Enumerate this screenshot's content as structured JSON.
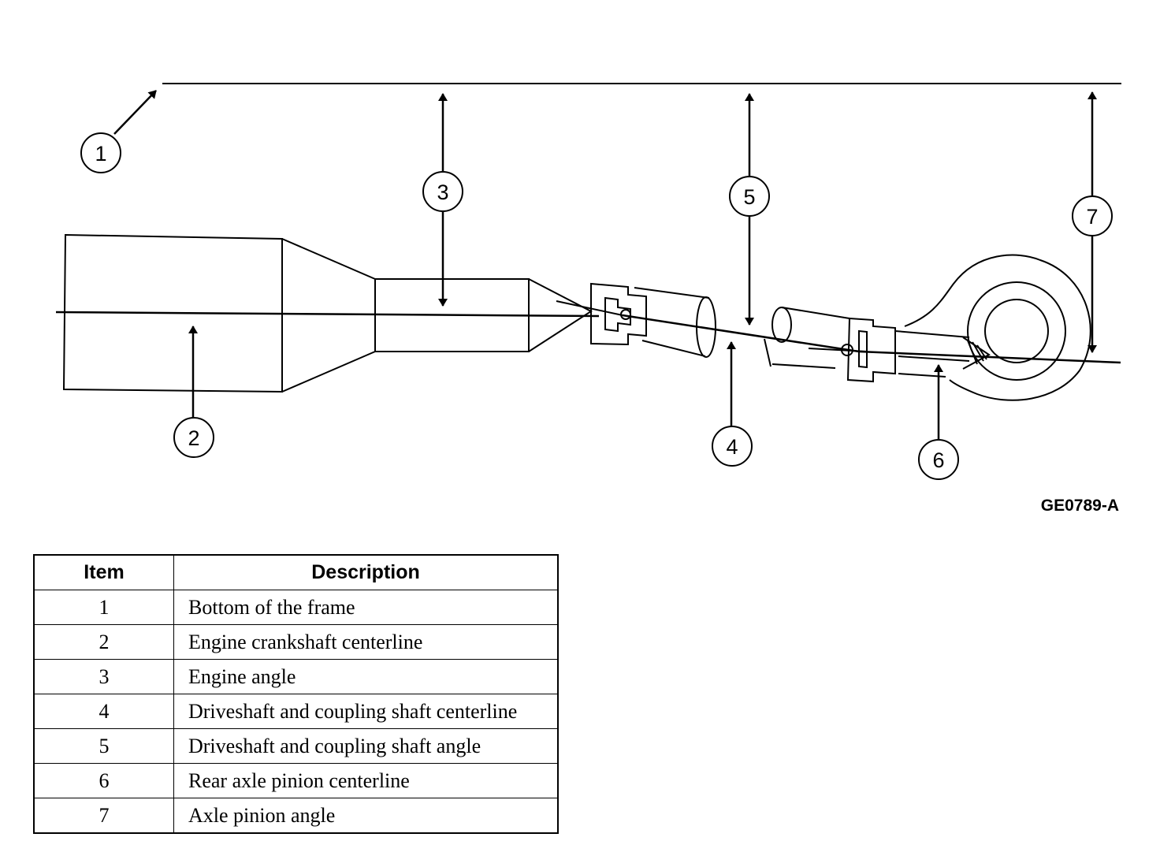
{
  "figure_id": "GE0789-A",
  "callouts": [
    "1",
    "2",
    "3",
    "4",
    "5",
    "6",
    "7"
  ],
  "table": {
    "headers": {
      "item": "Item",
      "description": "Description"
    },
    "rows": [
      {
        "item": "1",
        "description": "Bottom of the frame"
      },
      {
        "item": "2",
        "description": "Engine crankshaft centerline"
      },
      {
        "item": "3",
        "description": "Engine angle"
      },
      {
        "item": "4",
        "description": "Driveshaft and coupling shaft centerline"
      },
      {
        "item": "5",
        "description": "Driveshaft and coupling shaft angle"
      },
      {
        "item": "6",
        "description": "Rear axle pinion centerline"
      },
      {
        "item": "7",
        "description": "Axle pinion angle"
      }
    ]
  }
}
